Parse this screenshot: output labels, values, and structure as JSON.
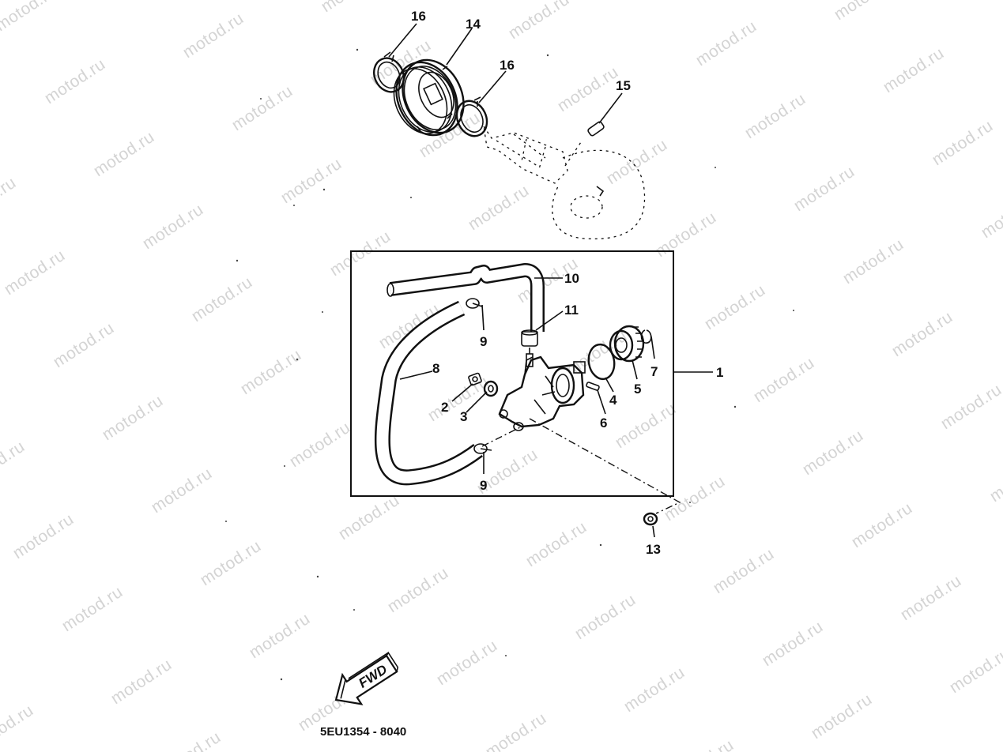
{
  "watermark": {
    "text": "motod.ru"
  },
  "diagram_code": "5EU1354 - 8040",
  "fwd_label": "FWD",
  "callouts": {
    "c1": "1",
    "c2": "2",
    "c3": "3",
    "c4": "4",
    "c5": "5",
    "c6": "6",
    "c7": "7",
    "c8": "8",
    "c9a": "9",
    "c9b": "9",
    "c10": "10",
    "c11": "11",
    "c13": "13",
    "c14": "14",
    "c15": "15",
    "c16a": "16",
    "c16b": "16"
  },
  "colors": {
    "ink": "#111111",
    "watermark": "#d4d4d4"
  }
}
